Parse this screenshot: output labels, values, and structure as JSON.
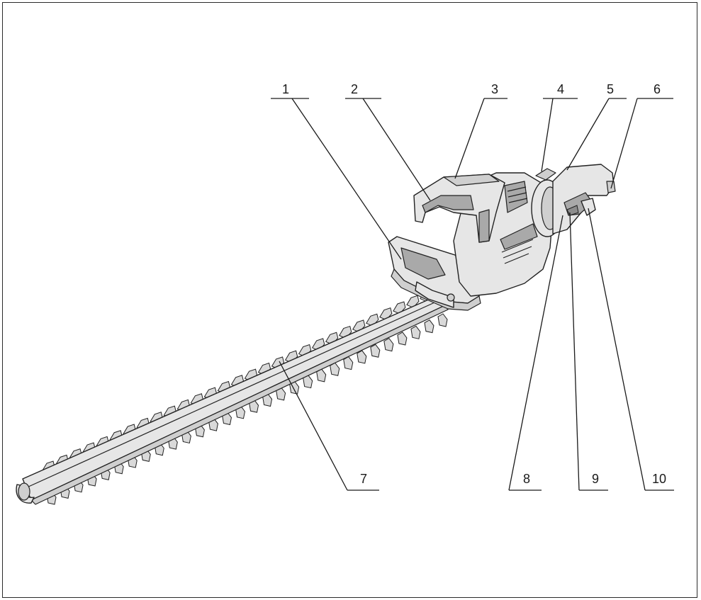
{
  "callouts": [
    {
      "id": "1",
      "label": "1"
    },
    {
      "id": "2",
      "label": "2"
    },
    {
      "id": "3",
      "label": "3"
    },
    {
      "id": "4",
      "label": "4"
    },
    {
      "id": "5",
      "label": "5"
    },
    {
      "id": "6",
      "label": "6"
    },
    {
      "id": "7",
      "label": "7"
    },
    {
      "id": "8",
      "label": "8"
    },
    {
      "id": "9",
      "label": "9"
    },
    {
      "id": "10",
      "label": "10"
    }
  ],
  "colors": {
    "line": "#1a1a1a",
    "body_fill": "#e6e6e6",
    "shade": "#a9a9a9"
  }
}
